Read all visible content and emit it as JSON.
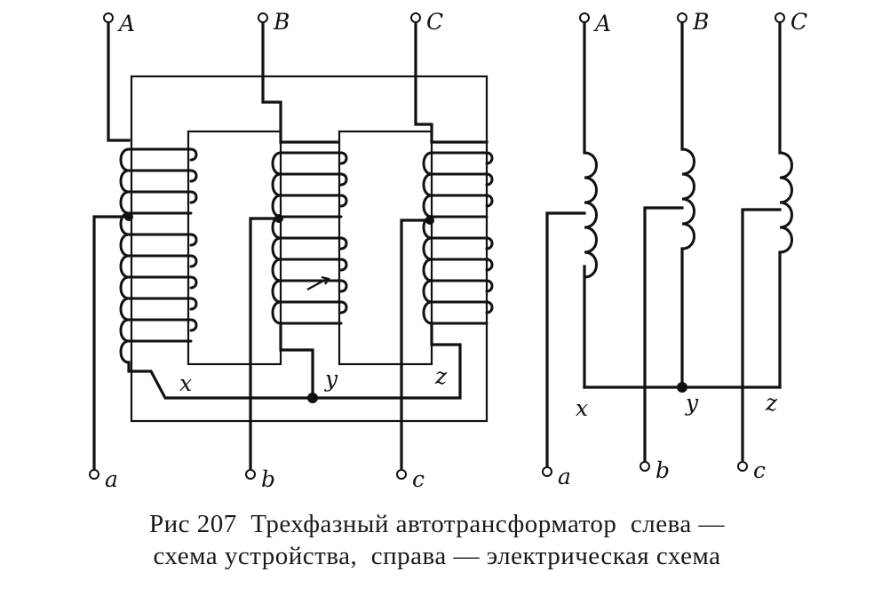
{
  "left_diagram": {
    "terminals_top": [
      "A",
      "B",
      "C"
    ],
    "terminals_bottom": [
      "a",
      "b",
      "c"
    ],
    "star_labels": [
      "x",
      "y",
      "z"
    ]
  },
  "right_diagram": {
    "terminals_top": [
      "A",
      "B",
      "C"
    ],
    "terminals_bottom": [
      "a",
      "b",
      "c"
    ],
    "star_labels": [
      "x",
      "y",
      "z"
    ]
  },
  "caption": {
    "line1": "Рис 207  Трехфазный автотрансформатор  слева —",
    "line2": "схема устройства,  справа — электрическая схема"
  }
}
